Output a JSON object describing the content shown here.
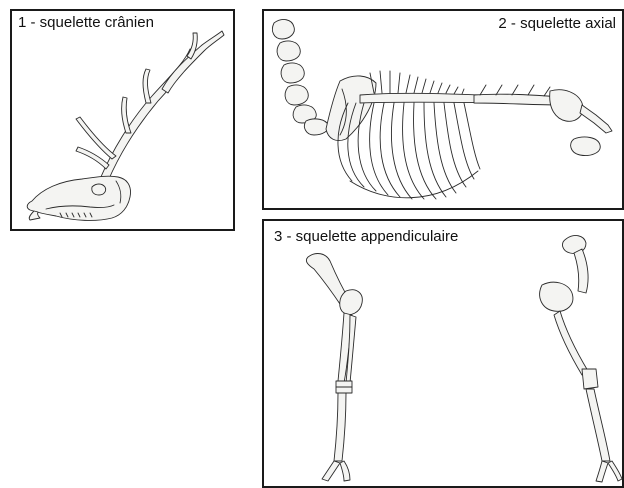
{
  "panels": {
    "cranial": {
      "label": "1 - squelette crânien"
    },
    "axial": {
      "label": "2 - squelette axial"
    },
    "appendicular": {
      "label": "3 - squelette appendiculaire"
    }
  },
  "colors": {
    "border": "#1a1a1a",
    "bone_fill": "#f4f4f2",
    "bone_stroke": "#2b2b2b"
  }
}
